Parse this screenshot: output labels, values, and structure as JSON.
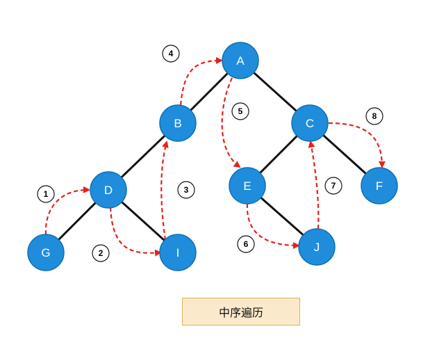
{
  "nodes": [
    {
      "id": "A",
      "label": "A"
    },
    {
      "id": "B",
      "label": "B"
    },
    {
      "id": "C",
      "label": "C"
    },
    {
      "id": "D",
      "label": "D"
    },
    {
      "id": "E",
      "label": "E"
    },
    {
      "id": "F",
      "label": "F"
    },
    {
      "id": "G",
      "label": "G"
    },
    {
      "id": "I",
      "label": "I"
    },
    {
      "id": "J",
      "label": "J"
    }
  ],
  "tree_edges": [
    {
      "from": "A",
      "to": "B"
    },
    {
      "from": "A",
      "to": "C"
    },
    {
      "from": "B",
      "to": "D"
    },
    {
      "from": "D",
      "to": "G"
    },
    {
      "from": "D",
      "to": "I"
    },
    {
      "from": "C",
      "to": "E"
    },
    {
      "from": "C",
      "to": "F"
    },
    {
      "from": "E",
      "to": "J"
    }
  ],
  "traversal_steps": [
    {
      "number": "1",
      "from": "G",
      "to": "D"
    },
    {
      "number": "2",
      "from": "D",
      "to": "I"
    },
    {
      "number": "3",
      "from": "I",
      "to": "B"
    },
    {
      "number": "4",
      "from": "B",
      "to": "A"
    },
    {
      "number": "5",
      "from": "A",
      "to": "E"
    },
    {
      "number": "6",
      "from": "E",
      "to": "J"
    },
    {
      "number": "7",
      "from": "J",
      "to": "C"
    },
    {
      "number": "8",
      "from": "C",
      "to": "F"
    }
  ],
  "colors": {
    "node_fill": "#1f8ddb",
    "traversal_arrow": "#e8201a",
    "caption_fill": "#fbe9cc"
  },
  "caption": "中序遍历"
}
